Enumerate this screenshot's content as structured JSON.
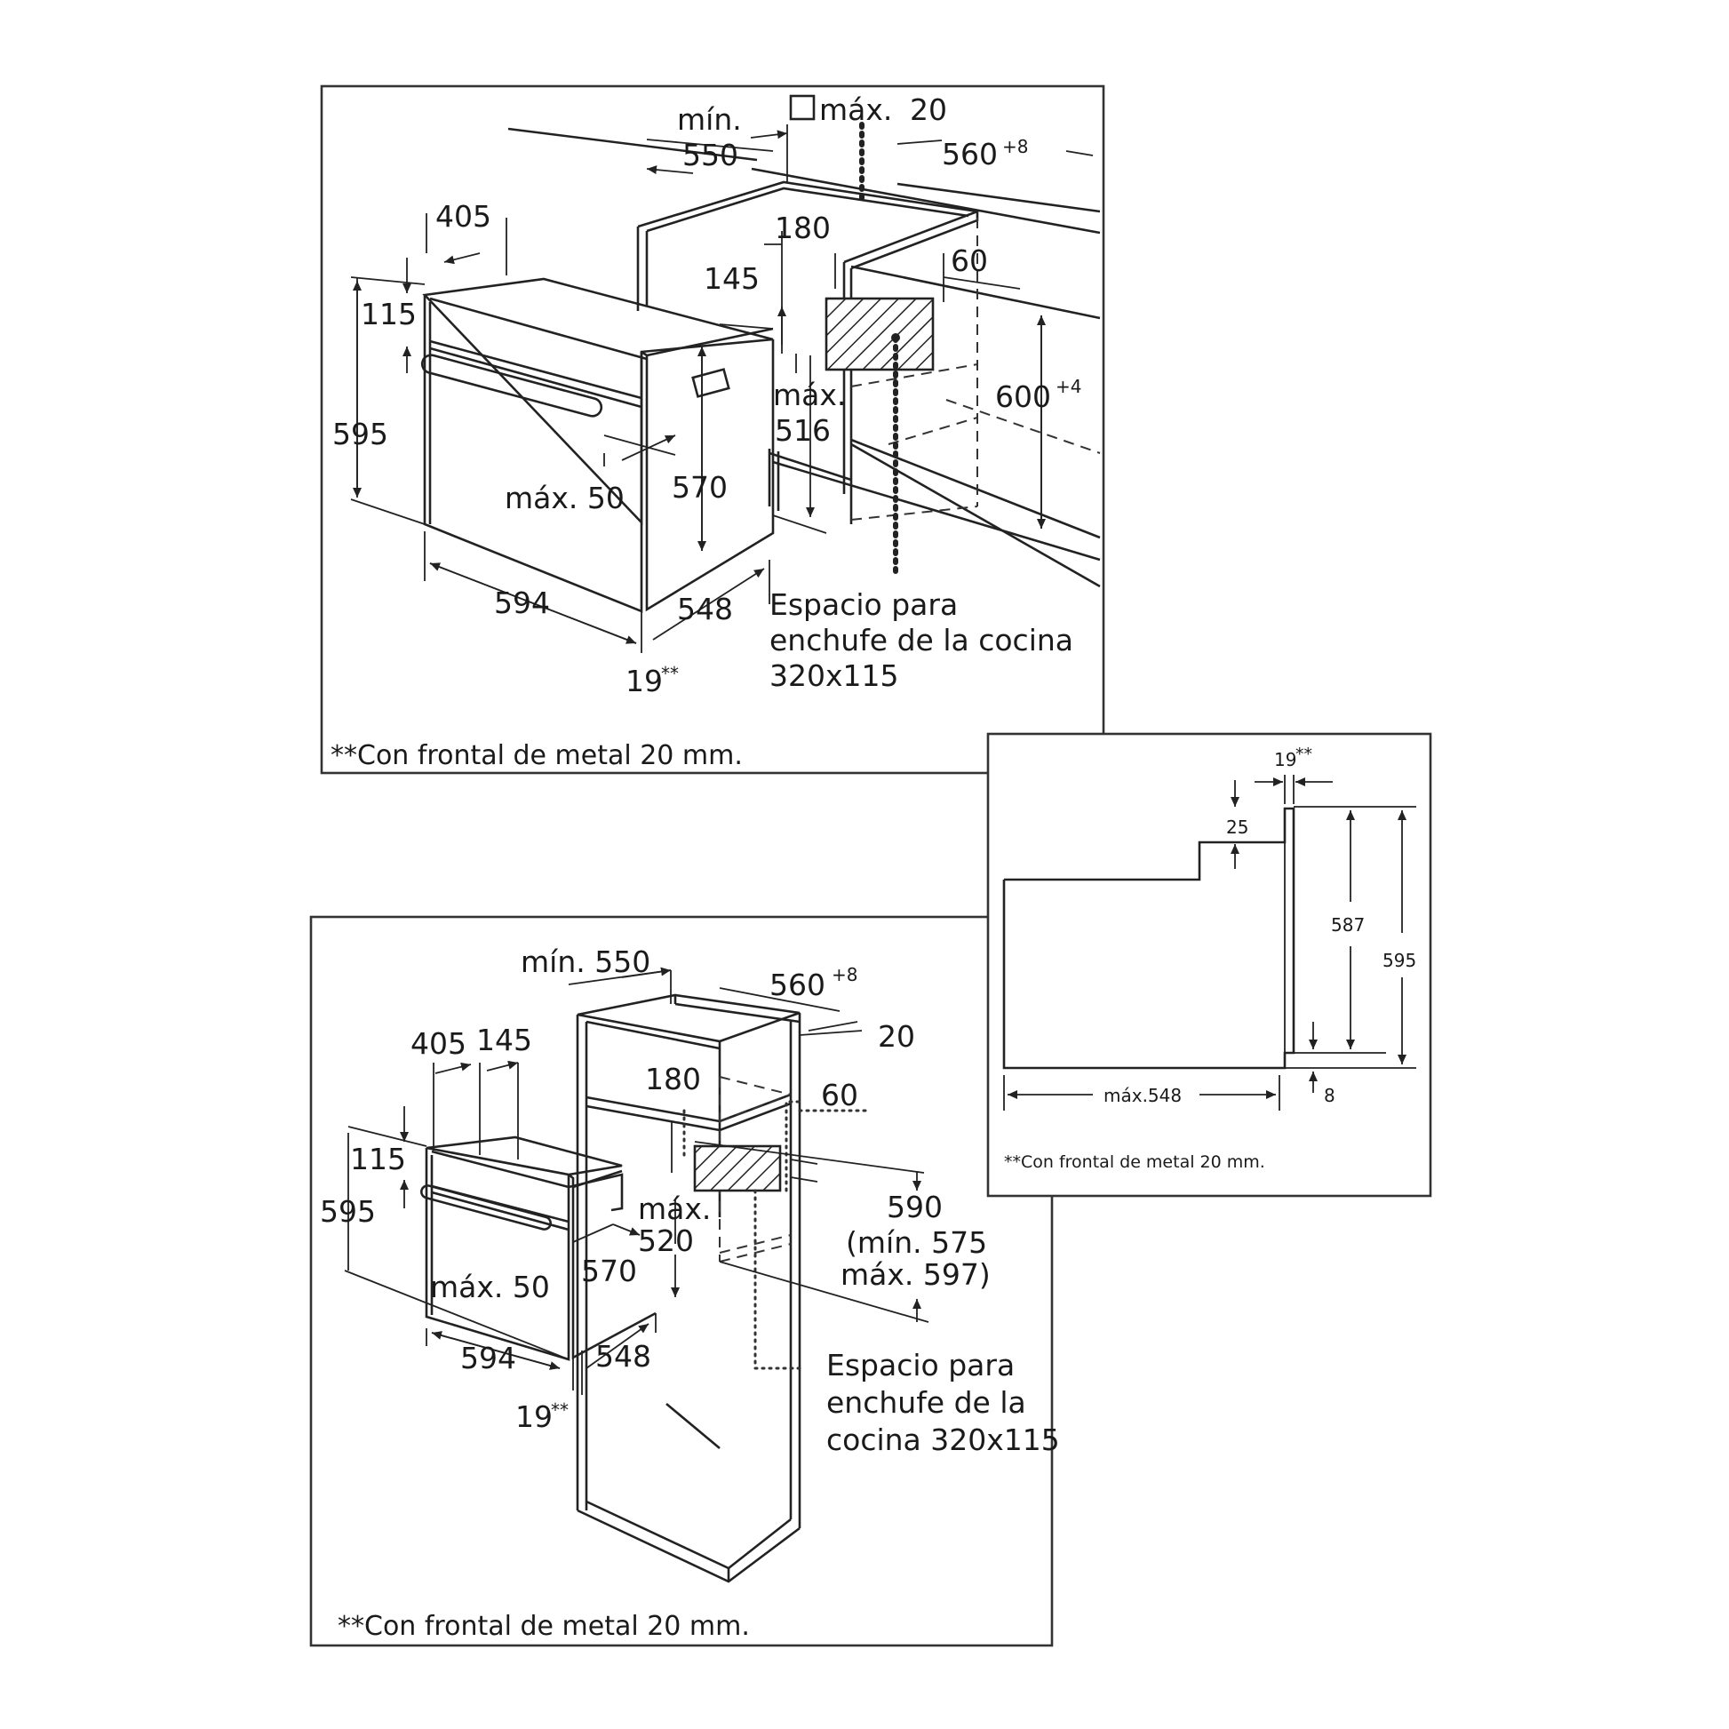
{
  "panel_top": {
    "dim_min_label": "mín.",
    "dim_550": "550",
    "dim_max20_label": "máx.",
    "dim_20": "20",
    "dim_560": "560",
    "dim_560_tol": "+8",
    "dim_405": "405",
    "dim_180": "180",
    "dim_60": "60",
    "dim_145": "145",
    "dim_115": "115",
    "dim_600": "600",
    "dim_600_tol": "+4",
    "dim_max516_label": "máx.",
    "dim_516": "516",
    "dim_595": "595",
    "dim_max50": "máx. 50",
    "dim_570": "570",
    "dim_594": "594",
    "dim_548": "548",
    "dim_19": "19",
    "dim_19_mark": "**",
    "socket_line1": "Espacio para",
    "socket_line2": "enchufe de la cocina",
    "socket_line3": "320x115",
    "footnote": "**Con frontal de metal 20 mm."
  },
  "panel_side": {
    "dim_19": "19",
    "dim_19_mark": "**",
    "dim_25": "25",
    "dim_587": "587",
    "dim_595": "595",
    "dim_max548": "máx.548",
    "dim_8": "8",
    "footnote": "**Con frontal de metal 20 mm."
  },
  "panel_bottom": {
    "dim_min550": "mín. 550",
    "dim_560": "560",
    "dim_560_tol": "+8",
    "dim_20": "20",
    "dim_405": "405",
    "dim_145": "145",
    "dim_180": "180",
    "dim_60": "60",
    "dim_115": "115",
    "dim_595": "595",
    "dim_max520_label": "máx.",
    "dim_520": "520",
    "dim_590": "590",
    "dim_590_min": "(mín. 575",
    "dim_590_max": "máx. 597)",
    "dim_max50": "máx. 50",
    "dim_570": "570",
    "dim_594": "594",
    "dim_548": "548",
    "dim_19": "19",
    "dim_19_mark": "**",
    "socket_line1": "Espacio para",
    "socket_line2": "enchufe de la",
    "socket_line3": "cocina 320x115",
    "footnote": "**Con frontal de metal 20 mm."
  }
}
